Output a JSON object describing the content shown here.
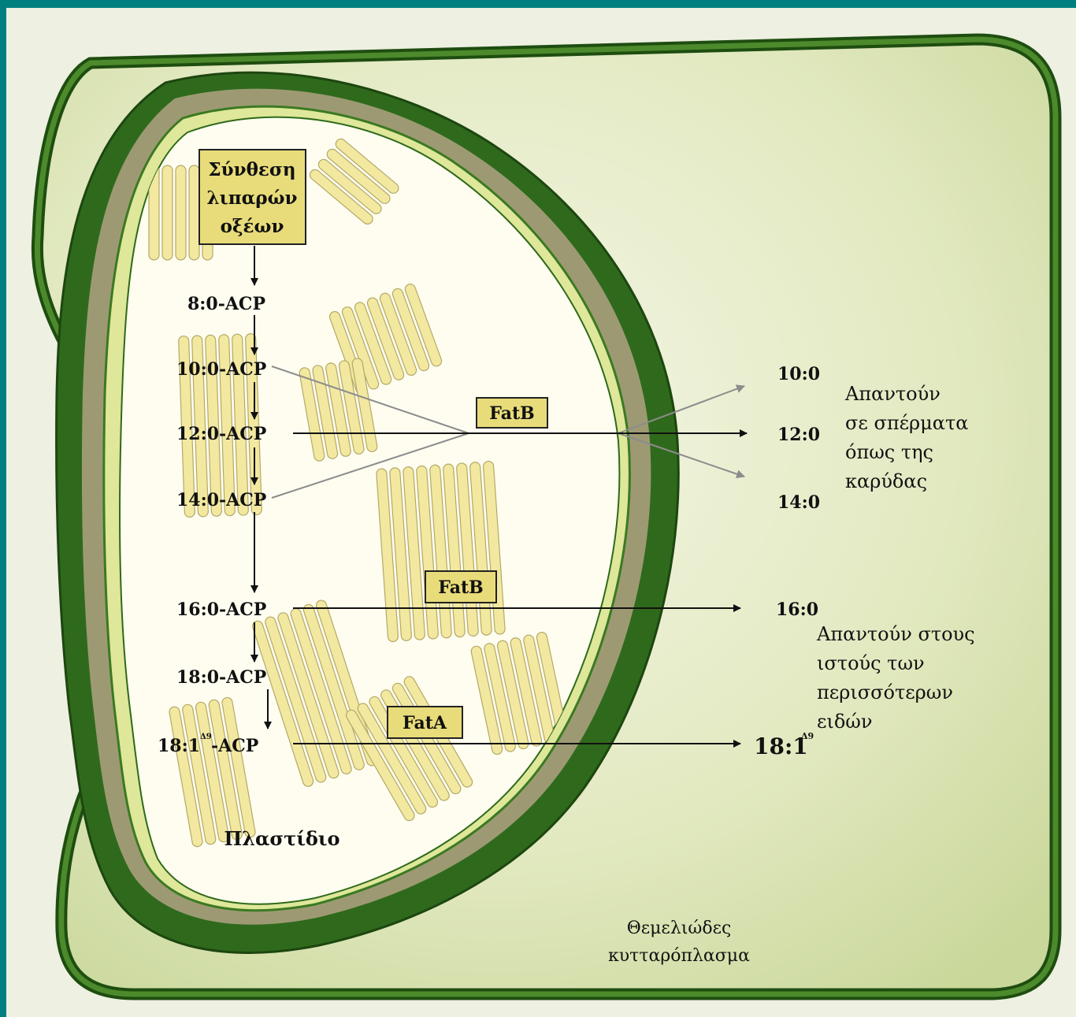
{
  "synthesis_box": [
    "Σύνθεση",
    "λιπαρών",
    "οξέων"
  ],
  "acp_steps": [
    "8:0-ACP",
    "10:0-ACP",
    "12:0-ACP",
    "14:0-ACP",
    "16:0-ACP",
    "18:0-ACP",
    "18:1",
    "-ACP"
  ],
  "delta_sup": "Δ9",
  "enzymes": {
    "fatb_upper": "FatB",
    "fatb_lower": "FatB",
    "fata": "FatA"
  },
  "products": [
    "10:0",
    "12:0",
    "14:0",
    "16:0",
    "18:1"
  ],
  "notes": {
    "coconut": [
      "Απαντούν",
      "σε σπέρματα",
      "όπως της",
      "καρύδας"
    ],
    "most_species": [
      "Απαντούν στους",
      "ιστούς των",
      "περισσότερων",
      "ειδών"
    ]
  },
  "plastid_label": "Πλαστίδιο",
  "cytoplasm_label": [
    "Θεμελιώδες",
    "κυτταρόπλασμα"
  ],
  "colors": {
    "frame": "#007f80",
    "cell_wall": "#2f6a1c",
    "cytoplasm": "#dfe7b8",
    "plastid_envelope": "#9d9a73",
    "stroma": "#fffdf0",
    "thylakoid": "#f2e8a0",
    "enzyme_box": "#e8dc7a"
  }
}
